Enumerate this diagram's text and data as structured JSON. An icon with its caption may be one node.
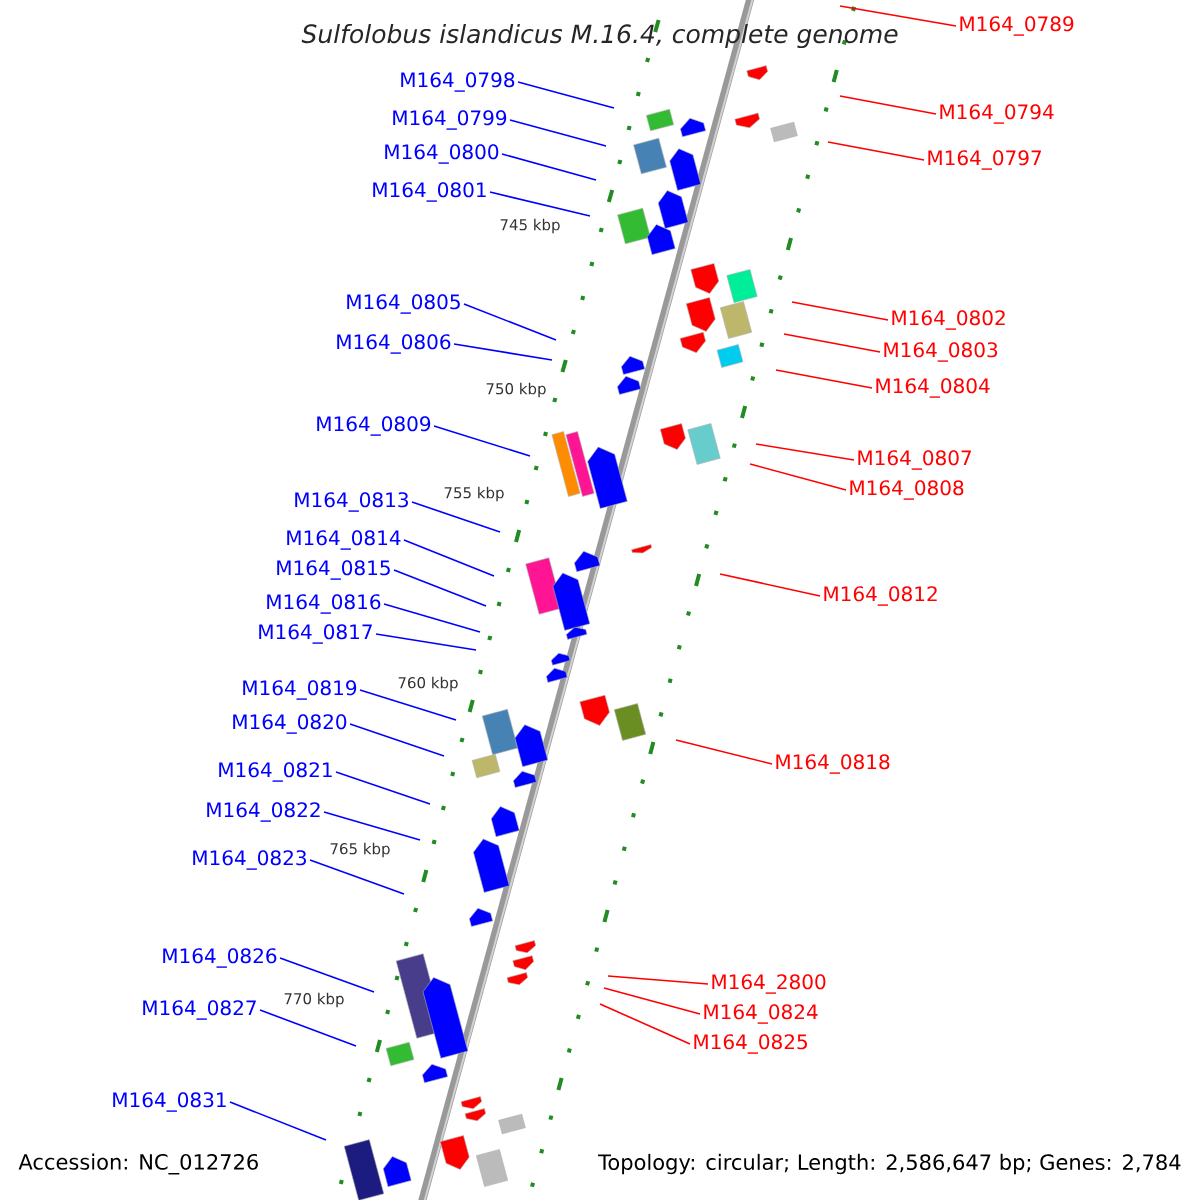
{
  "diagram": {
    "title": "Sulfolobus islandicus M.16.4, complete genome",
    "nodes": [
      {
        "text": [
          "M164_0789"
        ]
      },
      {
        "text": [
          "M164_0798"
        ]
      },
      {
        "text": [
          "M164_0794"
        ]
      },
      {
        "text": [
          "M164_0799"
        ]
      },
      {
        "text": [
          "M164_0800"
        ]
      },
      {
        "text": [
          "M164_0797"
        ]
      },
      {
        "text": [
          "M164_0801"
        ]
      },
      {
        "text": [
          "M164_0805"
        ]
      },
      {
        "text": [
          "M164_0802"
        ]
      },
      {
        "text": [
          "M164_0806"
        ]
      },
      {
        "text": [
          "M164_0803"
        ]
      },
      {
        "text": [
          "M164_0804"
        ]
      },
      {
        "text": [
          "M164_0809"
        ]
      },
      {
        "text": [
          "M164_0807"
        ]
      },
      {
        "text": [
          "M164_0808"
        ]
      },
      {
        "text": [
          "M164_0813"
        ]
      },
      {
        "text": [
          "M164_0814"
        ]
      },
      {
        "text": [
          "M164_0815"
        ]
      },
      {
        "text": [
          "M164_0812"
        ]
      },
      {
        "text": [
          "M164_0816"
        ]
      },
      {
        "text": [
          "M164_0817"
        ]
      },
      {
        "text": [
          "M164_0819"
        ]
      },
      {
        "text": [
          "M164_0820"
        ]
      },
      {
        "text": [
          "M164_0818"
        ]
      },
      {
        "text": [
          "M164_0821"
        ]
      },
      {
        "text": [
          "M164_0822"
        ]
      },
      {
        "text": [
          "M164_0823"
        ]
      },
      {
        "text": [
          "M164_0826"
        ]
      },
      {
        "text": [
          "M164_2800"
        ]
      },
      {
        "text": [
          "M164_0824"
        ]
      },
      {
        "text": [
          "M164_0827"
        ]
      },
      {
        "text": [
          "M164_0825"
        ]
      },
      {
        "text": [
          "M164_0831"
        ]
      }
    ],
    "edges": [
      {
        "from": 0,
        "to": null,
        "arrow": "none",
        "color": "#ff0000"
      },
      {
        "from": 1,
        "to": null,
        "arrow": "none"
      },
      {
        "from": 2,
        "to": null,
        "arrow": "none",
        "color": "#ff0000"
      },
      {
        "from": 3,
        "to": null,
        "arrow": "none"
      },
      {
        "from": 4,
        "to": null,
        "arrow": "none"
      },
      {
        "from": 5,
        "to": null,
        "arrow": "none",
        "color": "#ff0000"
      },
      {
        "from": 6,
        "to": null,
        "arrow": "none"
      },
      {
        "from": 7,
        "to": null,
        "arrow": "none"
      },
      {
        "from": 8,
        "to": null,
        "arrow": "none",
        "color": "#ff0000"
      },
      {
        "from": 9,
        "to": null,
        "arrow": "none"
      },
      {
        "from": 10,
        "to": null,
        "arrow": "none",
        "color": "#ff0000"
      },
      {
        "from": 11,
        "to": null,
        "arrow": "none",
        "color": "#ff0000"
      },
      {
        "from": 12,
        "to": null,
        "arrow": "none"
      },
      {
        "from": 13,
        "to": null,
        "arrow": "none",
        "color": "#ff0000"
      },
      {
        "from": 14,
        "to": null,
        "arrow": "none",
        "color": "#ff0000"
      },
      {
        "from": 15,
        "to": null,
        "arrow": "none"
      },
      {
        "from": 16,
        "to": null,
        "arrow": "none"
      },
      {
        "from": 17,
        "to": null,
        "arrow": "none"
      },
      {
        "from": 18,
        "to": null,
        "arrow": "none",
        "color": "#ff0000"
      },
      {
        "from": 19,
        "to": null,
        "arrow": "none"
      },
      {
        "from": 20,
        "to": null,
        "arrow": "none"
      },
      {
        "from": 21,
        "to": null,
        "arrow": "none"
      },
      {
        "from": 22,
        "to": null,
        "arrow": "none"
      },
      {
        "from": 23,
        "to": null,
        "arrow": "none",
        "color": "#ff0000"
      },
      {
        "from": 24,
        "to": null,
        "arrow": "none"
      },
      {
        "from": 25,
        "to": null,
        "arrow": "none"
      },
      {
        "from": 26,
        "to": null,
        "arrow": "none"
      },
      {
        "from": 27,
        "to": null,
        "arrow": "none"
      },
      {
        "from": 28,
        "to": null,
        "arrow": "none",
        "color": "#ff0000"
      },
      {
        "from": 29,
        "to": null,
        "arrow": "none",
        "color": "#ff0000"
      },
      {
        "from": 30,
        "to": null,
        "arrow": "none"
      },
      {
        "from": 31,
        "to": null,
        "arrow": "none",
        "color": "#ff0000"
      },
      {
        "from": 32,
        "to": null,
        "arrow": "none"
      }
    ],
    "labels": [
      "745 kbp",
      "750 kbp",
      "755 kbp",
      "760 kbp",
      "765 kbp",
      "770 kbp",
      "Accession: NC_012726",
      "Topology: circular; Length: 2,586,647 bp; Genes: 2,784"
    ]
  }
}
